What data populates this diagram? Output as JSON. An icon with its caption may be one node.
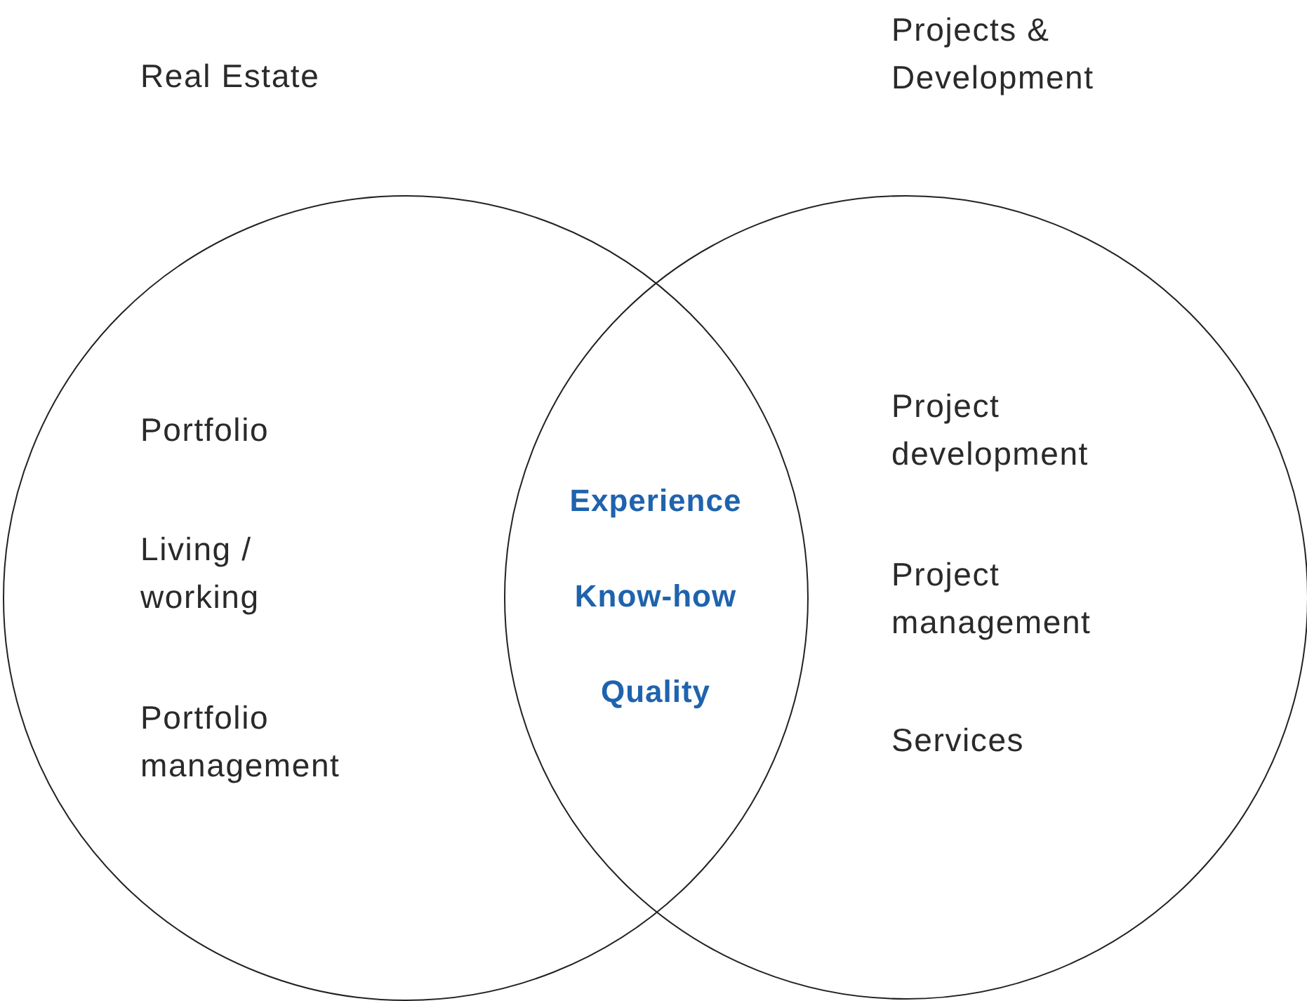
{
  "diagram": {
    "nodes": [
      {
        "text": [
          "Real Estate",
          "Portfolio",
          "Living / working",
          "Portfolio management"
        ]
      },
      {
        "text": [
          "Projects & Development",
          "Project development",
          "Project management",
          "Services"
        ]
      }
    ],
    "labels": [
      "Experience",
      "Know-how",
      "Quality"
    ]
  }
}
